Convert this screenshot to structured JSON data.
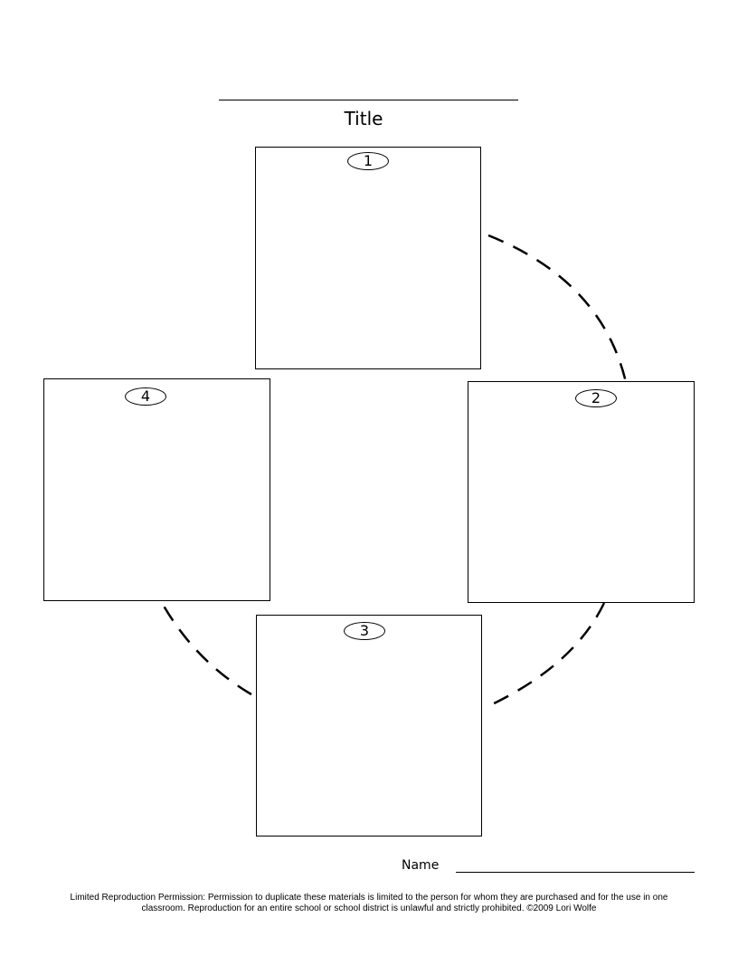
{
  "title": "Title",
  "boxes": [
    {
      "number": "1"
    },
    {
      "number": "2"
    },
    {
      "number": "3"
    },
    {
      "number": "4"
    }
  ],
  "name_label": "Name",
  "footer": {
    "line1": "Limited Reproduction Permission:  Permission to duplicate these materials is limited to the person for whom they are purchased and for the use in one",
    "line2": "classroom.  Reproduction for an entire school or school district is unlawful and strictly prohibited.  ©2009 Lori Wolfe"
  }
}
